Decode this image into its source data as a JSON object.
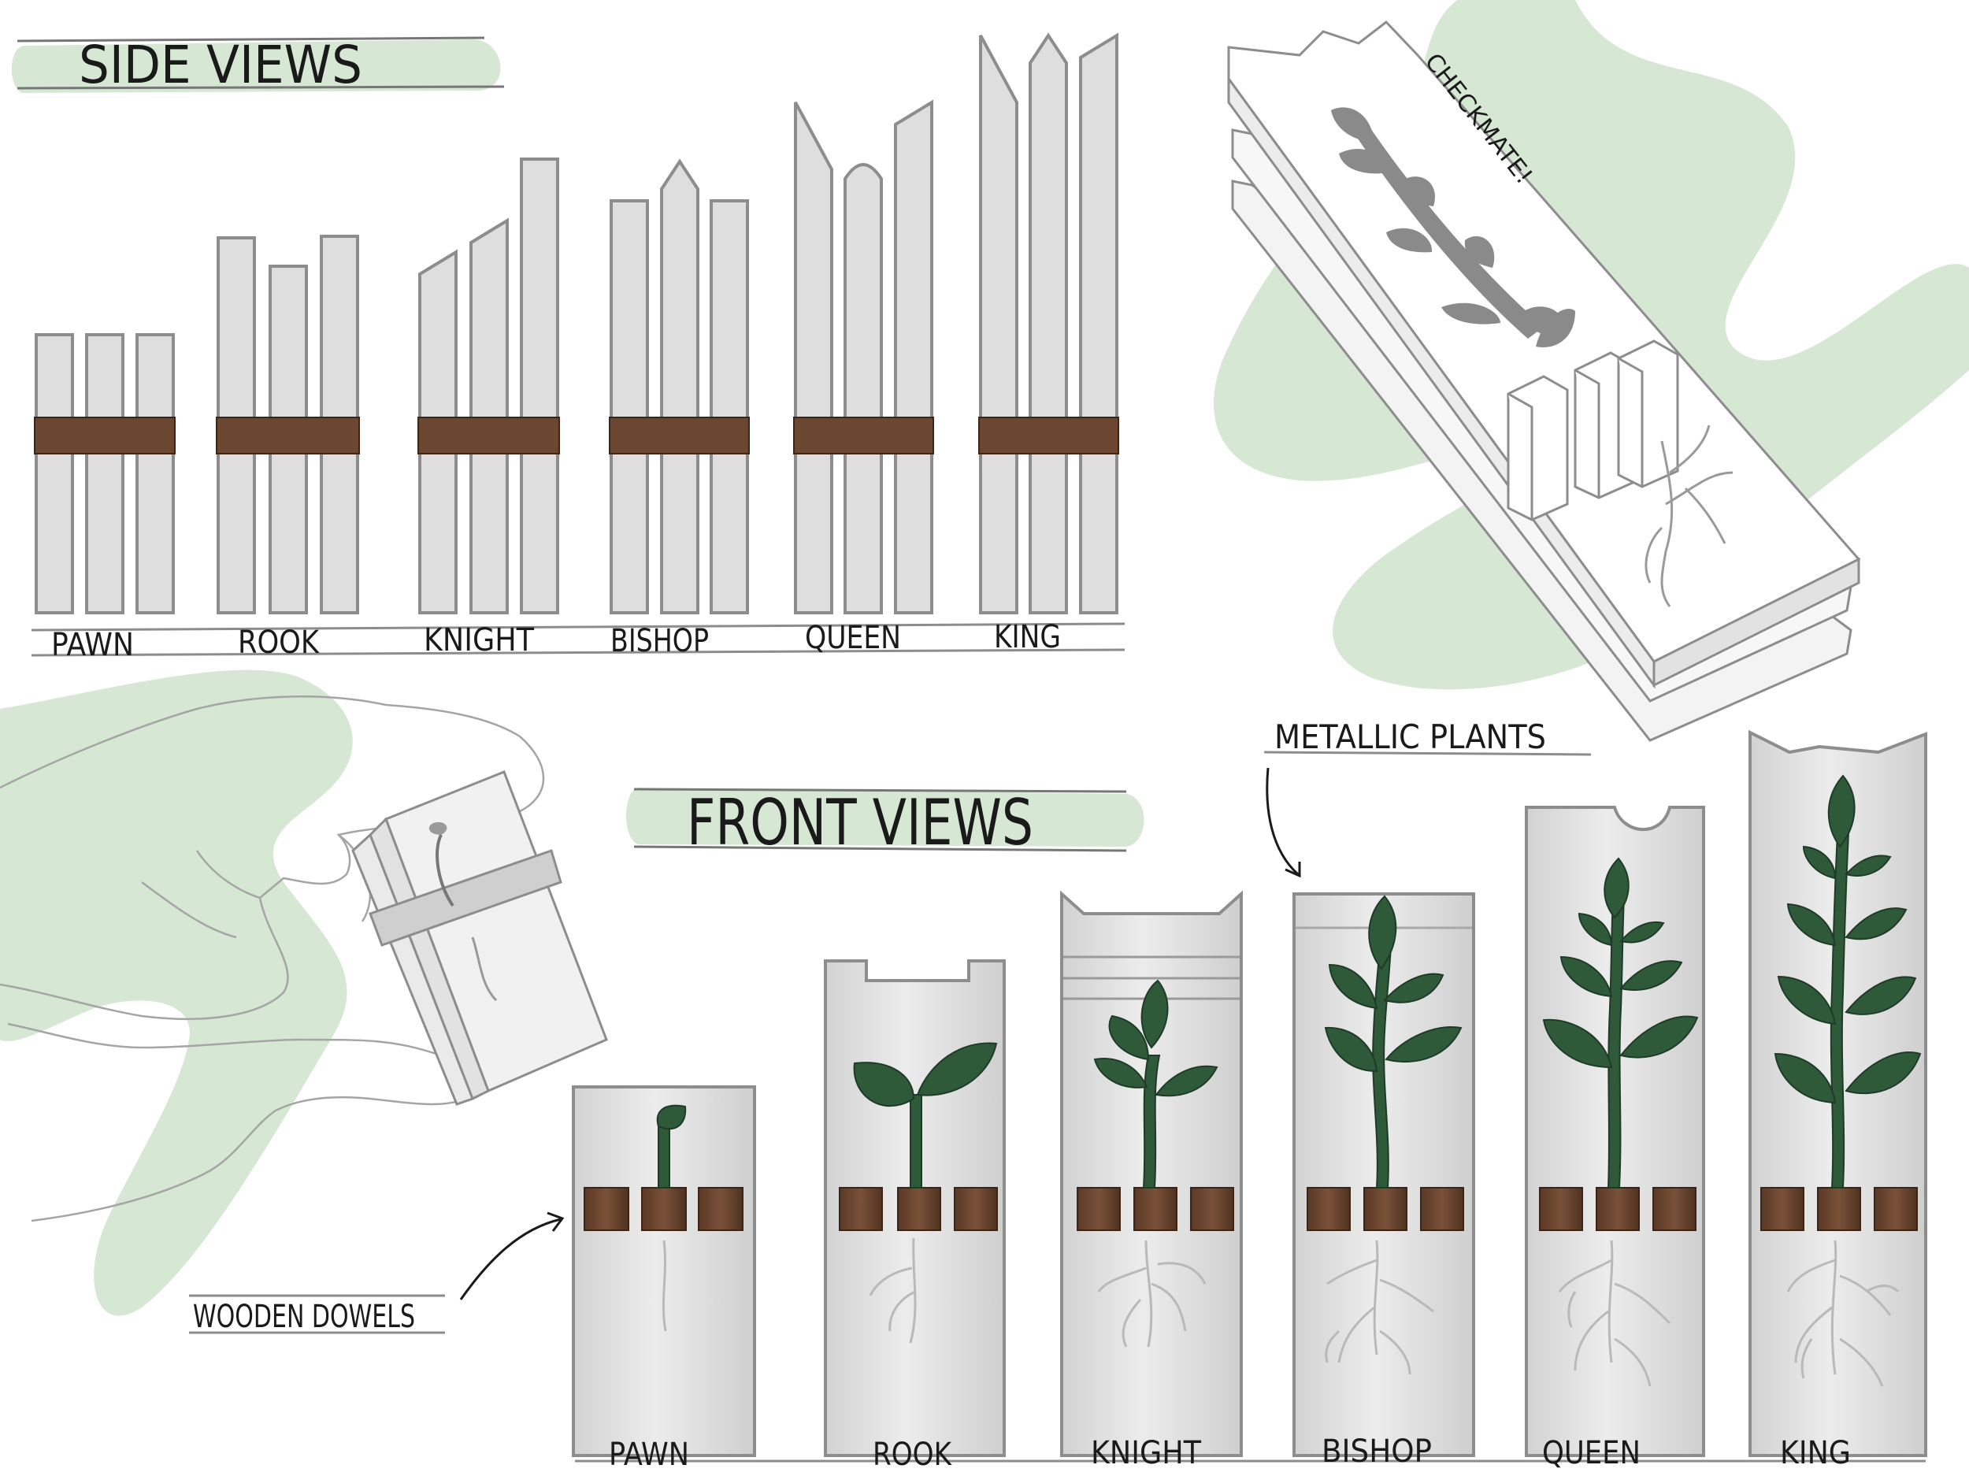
{
  "headings": {
    "side_views": "SIDE VIEWS",
    "front_views": "FRONT VIEWS"
  },
  "pieces": [
    "PAWN",
    "ROOK",
    "KNIGHT",
    "BISHOP",
    "QUEEN",
    "KING"
  ],
  "annotations": {
    "checkmate": "CHECKMATE!",
    "metallic_plants": "METALLIC PLANTS",
    "wooden_dowels": "WOODEN DOWELS"
  },
  "colors": {
    "green_wash": "#d6e8d4",
    "plant_green": "#2f5a3a",
    "wood_brown": "#6b4631",
    "slat_grey": "#dedede",
    "outline_grey": "#8d8d8d",
    "silhouette_grey": "#8a8a8a"
  }
}
